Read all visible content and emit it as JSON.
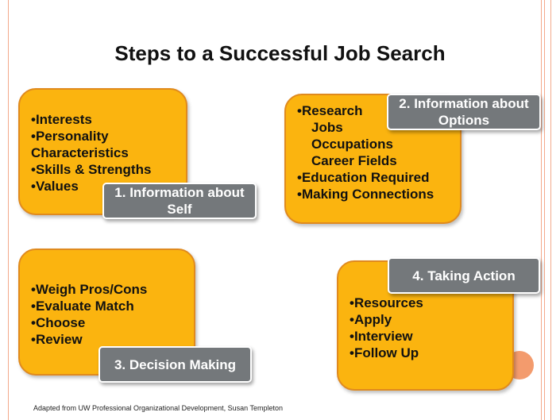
{
  "title": "Steps to a Successful Job Search",
  "steps": [
    {
      "label": "1.  Information about Self",
      "items": [
        "•Interests",
        "•Personality Characteristics",
        "•Skills & Strengths",
        "•Values"
      ]
    },
    {
      "label": "2.  Information about Options",
      "items": [
        "•Research",
        "Jobs",
        "Occupations",
        "Career Fields",
        "•Education Required",
        "•Making Connections"
      ]
    },
    {
      "label": "3. Decision Making",
      "items": [
        "•Weigh Pros/Cons",
        "•Evaluate Match",
        "•Choose",
        "•Review"
      ]
    },
    {
      "label": "4. Taking Action",
      "items": [
        "•Resources",
        "•Apply",
        "•Interview",
        "•Follow Up"
      ]
    }
  ],
  "footer": "Adapted from UW Professional Organizational Development, Susan Templeton",
  "colors": {
    "box_fill": "#fbb40f",
    "box_border": "#e08a1e",
    "label_fill": "#74787b",
    "frame_accent": "#f3a98b"
  }
}
